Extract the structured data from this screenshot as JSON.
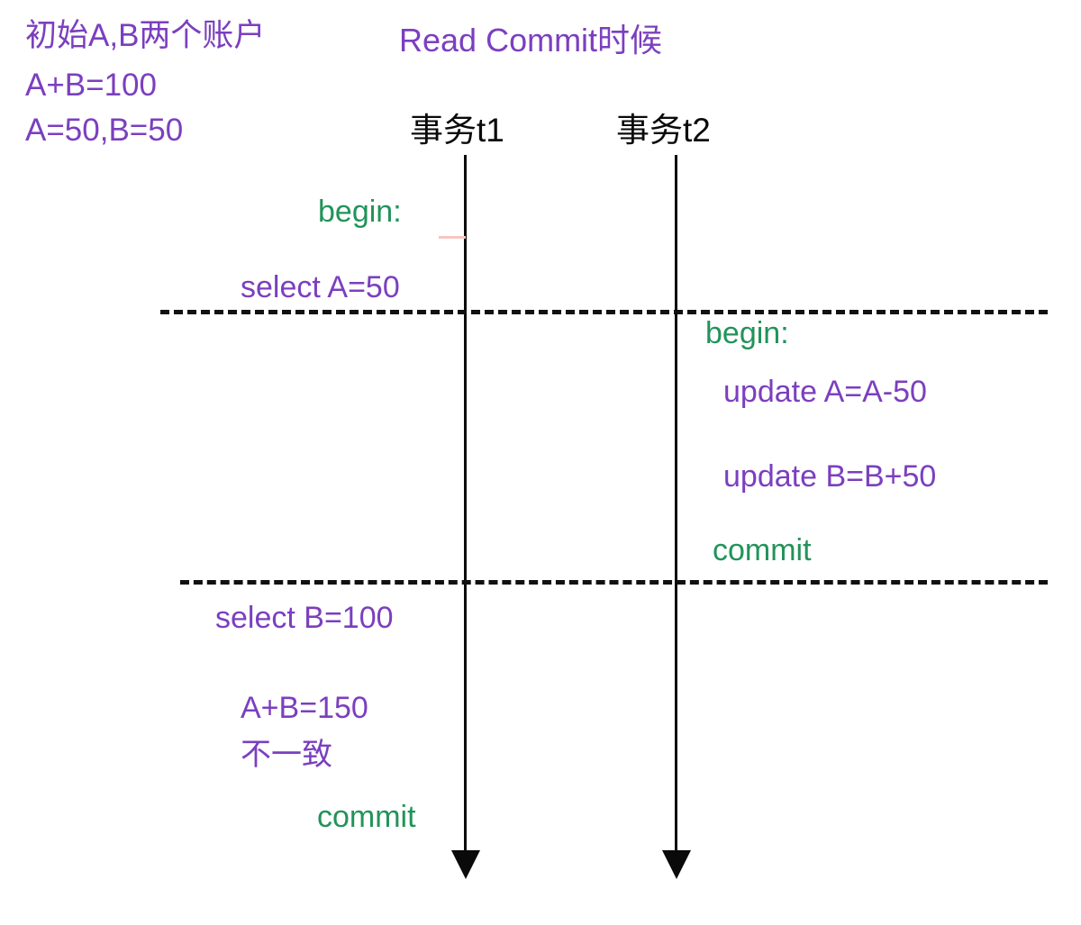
{
  "diagram": {
    "title": "Read Commit时候",
    "background_color": "#ffffff",
    "colors": {
      "purple": "#7B3FBF",
      "green": "#22935A",
      "black": "#0A0A0A",
      "pink_tick": "#F6C6C0"
    },
    "note": {
      "line1": "初始A,B两个账户",
      "line2": "A+B=100",
      "line3": "A=50,B=50"
    },
    "lanes": [
      {
        "id": "t1",
        "label": "事务t1"
      },
      {
        "id": "t2",
        "label": "事务t2"
      }
    ],
    "steps": [
      {
        "lane": "t1",
        "text": "begin:",
        "color": "green"
      },
      {
        "lane": "t1",
        "text": "select A=50",
        "color": "purple"
      },
      {
        "lane": "t2",
        "text": "begin:",
        "color": "green"
      },
      {
        "lane": "t2",
        "text": "update A=A-50",
        "color": "purple"
      },
      {
        "lane": "t2",
        "text": "update B=B+50",
        "color": "purple"
      },
      {
        "lane": "t2",
        "text": "commit",
        "color": "green"
      },
      {
        "lane": "t1",
        "text": "select B=100",
        "color": "purple"
      },
      {
        "lane": "t1",
        "text": "A+B=150",
        "color": "purple"
      },
      {
        "lane": "t1",
        "text": "不一致",
        "color": "purple"
      },
      {
        "lane": "t1",
        "text": "commit",
        "color": "green"
      }
    ],
    "separators": [
      {
        "id": "separator-1",
        "label": "phase boundary after select A=50"
      },
      {
        "id": "separator-2",
        "label": "phase boundary after t2 commit"
      }
    ]
  }
}
